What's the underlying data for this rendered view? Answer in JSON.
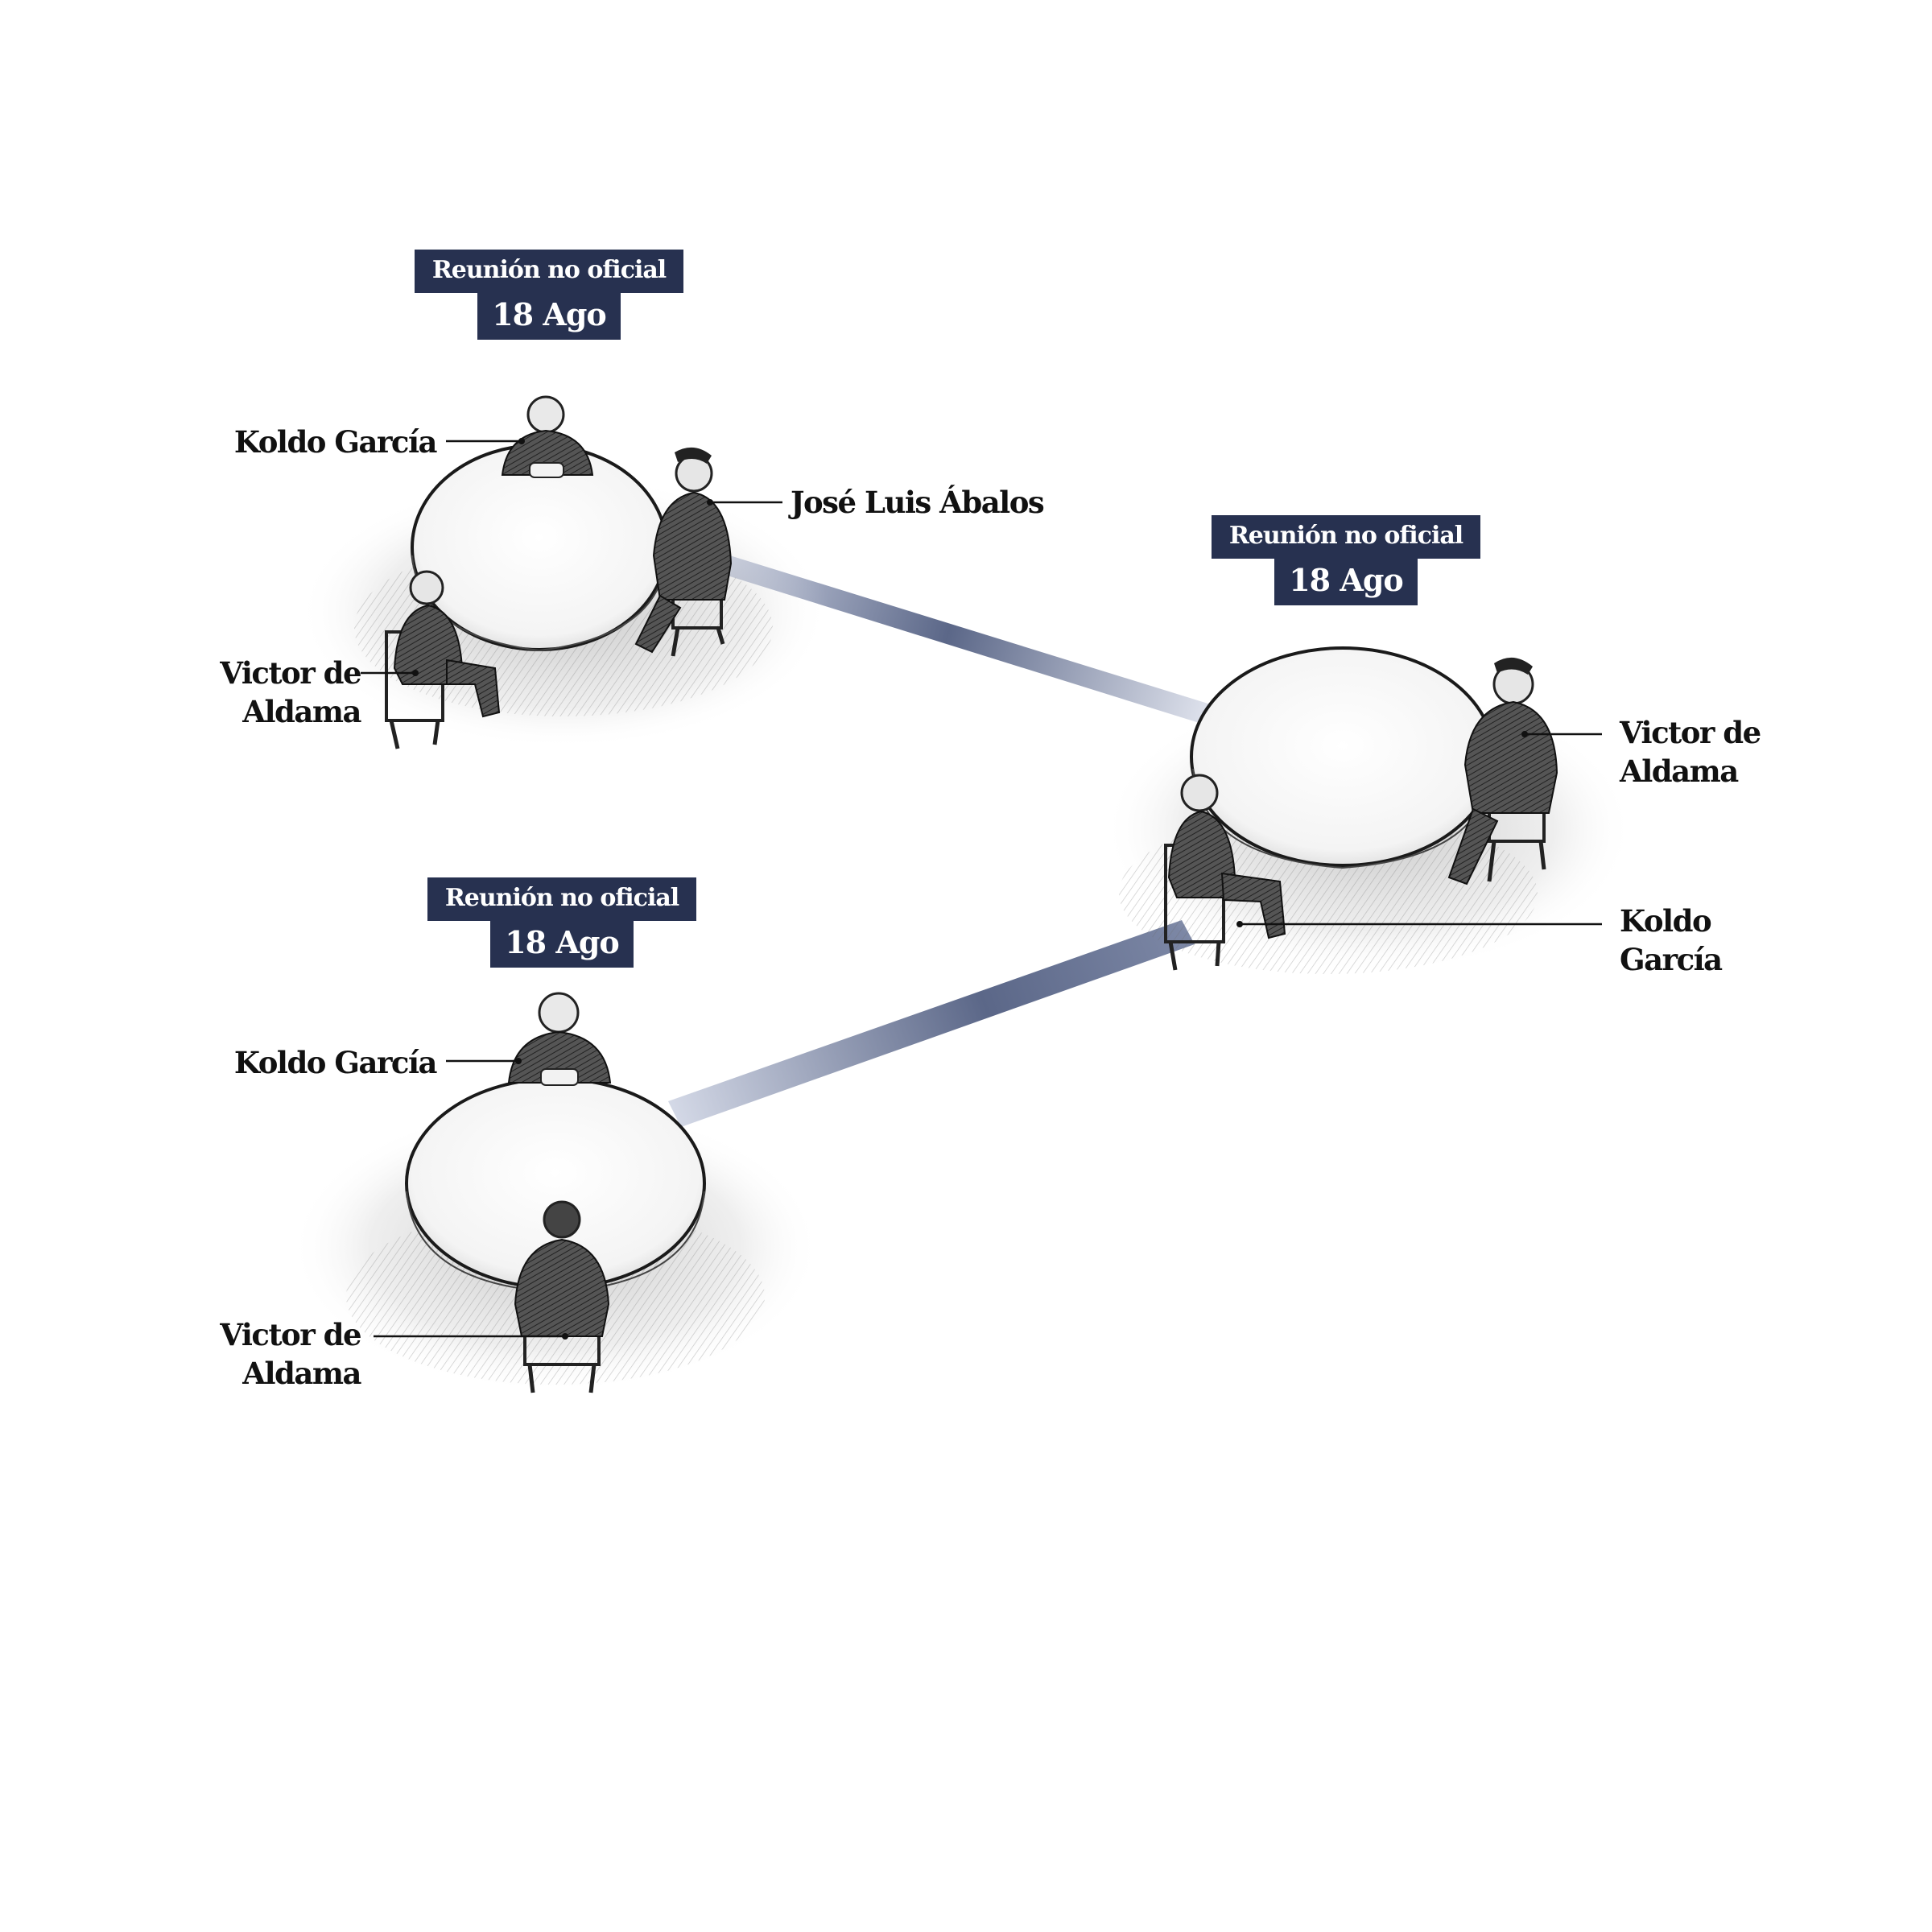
{
  "meeting_badges": [
    {
      "kind": "Reunión no oficial",
      "date": "18 Ago"
    },
    {
      "kind": "Reunión no oficial",
      "date": "18 Ago"
    },
    {
      "kind": "Reunión no oficial",
      "date": "18 Ago"
    }
  ],
  "participants": {
    "meeting1": {
      "koldo": "Koldo García",
      "abalos": "José Luis Ábalos",
      "victor_line1": "Victor de",
      "victor_line2": "Aldama"
    },
    "meeting2": {
      "victor_line1": "Victor de",
      "victor_line2": "Aldama",
      "koldo_line1": "Koldo",
      "koldo_line2": "García"
    },
    "meeting3": {
      "koldo": "Koldo García",
      "victor_line1": "Victor de",
      "victor_line2": "Aldama"
    }
  },
  "colors": {
    "badge": "#273150",
    "connector": "#5b6788",
    "ink": "#111111"
  }
}
